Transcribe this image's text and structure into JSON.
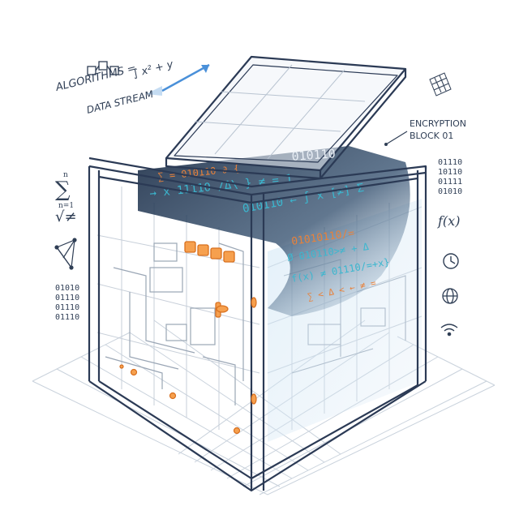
{
  "labels": {
    "algorithms": "ALGORITHMS =",
    "integral": "∫ x² + y",
    "data_stream": "DATA STREAM",
    "encryption_line1": "ENCRYPTION",
    "encryption_line2": "BLOCK 01"
  },
  "left_symbols": {
    "sum": "∑",
    "sum_top": "n",
    "sum_bottom": "n=1",
    "sqrt_neq": "√≠"
  },
  "right_symbols": {
    "fx": "f(x)"
  },
  "binary_left": [
    "01010",
    "01110",
    "01110",
    "01110"
  ],
  "binary_right": [
    "01110",
    "10110",
    "01111",
    "01010"
  ],
  "data_ribbon": {
    "lines": [
      "∑ = 010110 ∂ {",
      "→ x 11110 /Δ\\ } ≠ = 1",
      "010110 ← ∫ x [≠] Σ",
      "01010110/=",
      "Ø 010110>≠ + Δ",
      "f(x) ≠ 01110/=+x}",
      "∑ < Δ < ← ≠ ="
    ],
    "top_binary": "010110",
    "colors": {
      "cyan": "#3bb7cf",
      "orange": "#e8813a"
    }
  },
  "colors": {
    "outline": "#2b3a55",
    "grid": "#c9d2dc",
    "accent_orange": "#f08a2e",
    "accent_blue": "#4a90d9"
  }
}
